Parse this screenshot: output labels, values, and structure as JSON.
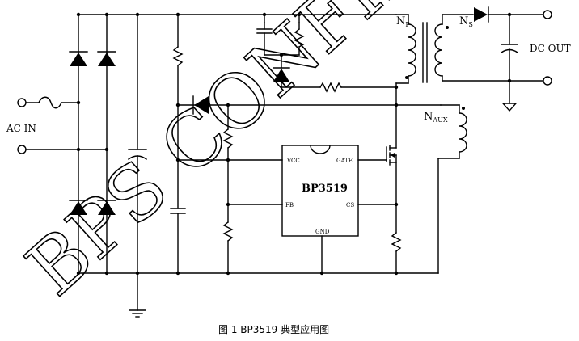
{
  "labels": {
    "ac_in": "AC IN",
    "dc_out": "DC OUT",
    "np": "N",
    "np_sub": "P",
    "ns": "N",
    "ns_sub": "S",
    "naux": "N",
    "naux_sub": "AUX"
  },
  "ic": {
    "name": "BP3519",
    "pins": {
      "vcc": "VCC",
      "gate": "GATE",
      "fb": "FB",
      "cs": "CS",
      "gnd": "GND"
    }
  },
  "watermark": "BPS CONFIDE",
  "caption": "图 1 BP3519 典型应用图"
}
